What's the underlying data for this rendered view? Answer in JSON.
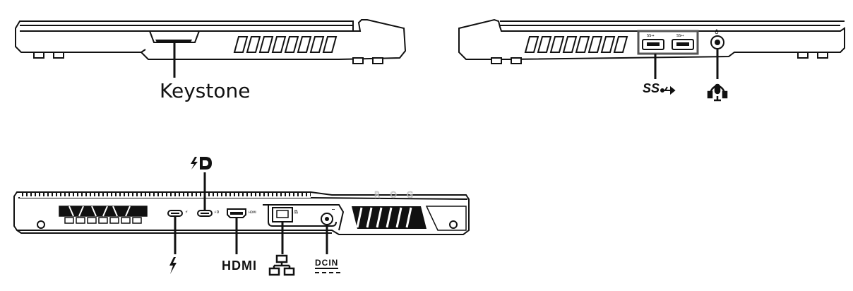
{
  "labels": {
    "keystone": "Keystone",
    "hdmi": "HDMI",
    "dcin": "DCIN",
    "superspeed": "SS"
  },
  "icons": [
    "usb-superspeed-icon",
    "headset-combo-jack-icon",
    "thunderbolt-icon",
    "displayport-power-delivery-icon",
    "ethernet-lan-icon",
    "dc-input-icon"
  ],
  "colors": {
    "line": "#111111",
    "body": "#ffffff"
  }
}
